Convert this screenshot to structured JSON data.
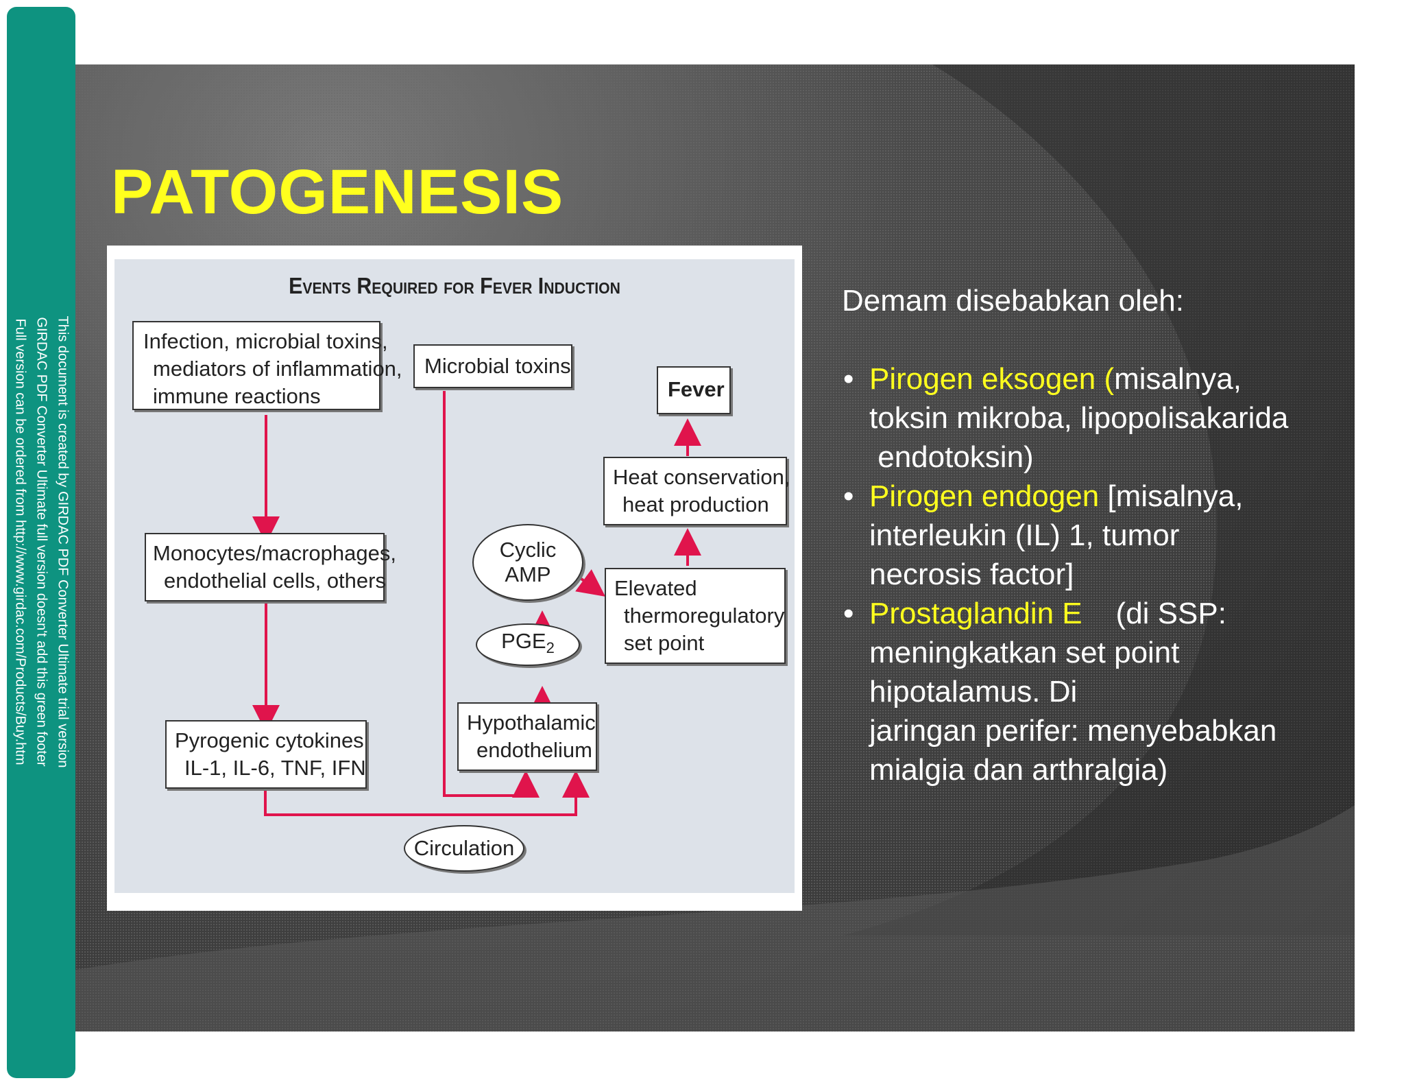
{
  "footer": {
    "lines": [
      "This document is created by GIRDAC PDF Converter Ultimate trial version",
      "GIRDAC PDF Converter Ultimate full version doesn't add this green footer",
      "Full version can be ordered from http://www.girdac.com/Products/Buy.htm"
    ]
  },
  "slide": {
    "title": "PATOGENESIS",
    "figure": {
      "title": "Events Required for Fever Induction",
      "boxes": {
        "infection": [
          "Infection, microbial toxins,",
          "mediators of inflammation,",
          "immune reactions"
        ],
        "microbial": [
          "Microbial toxins"
        ],
        "fever": [
          "Fever"
        ],
        "heat": [
          "Heat conservation,",
          "heat production"
        ],
        "monocytes": [
          "Monocytes/macrophages,",
          "endothelial cells, others"
        ],
        "elevated": [
          "Elevated",
          "thermoregulatory",
          "set point"
        ],
        "pyrogenic": [
          "Pyrogenic cytokines",
          "IL-1, IL-6, TNF, IFN"
        ],
        "hypothalamic": [
          "Hypothalamic",
          "endothelium"
        ]
      },
      "ovals": {
        "cyclic": [
          "Cyclic",
          "AMP"
        ],
        "pge": "PGE",
        "pge_sub": "2",
        "circulation": "Circulation"
      }
    },
    "content": {
      "intro": "Demam disebabkan oleh:",
      "bullet_char": "•",
      "b1_yellow": "Pirogen eksogen (",
      "b1_white": "misalnya,",
      "b1_l2": "toksin mikroba,   lipopolisakarida",
      "b1_l3": " endotoksin)",
      "b2_yellow": "Pirogen endogen",
      "b2_white": " [misalnya,",
      "b2_l2": "interleukin (IL) 1, tumor",
      "b2_l3": "necrosis factor]",
      "b3_yellow": "Prostaglandin E",
      "b3_white": "    (di SSP:",
      "b3_l2": "meningkatkan set point",
      "b3_l3": "hipotalamus. Di",
      "b3_l4": "jaringan perifer: menyebabkan",
      "b3_l5": "mialgia dan arthralgia)"
    },
    "colors": {
      "accent": "#ffff1e",
      "arrow": "#e0144c",
      "footer": "#0e9380"
    }
  }
}
